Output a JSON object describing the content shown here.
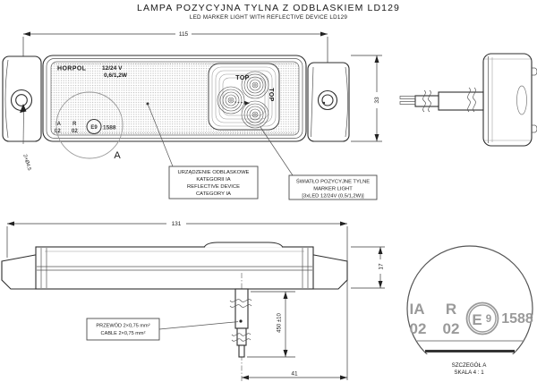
{
  "title": {
    "line1": "LAMPA POZYCYJNA TYLNA Z ODBLASKIEM LD129",
    "line2": "LED MARKER LIGHT WITH REFLECTIVE DEVICE LD129"
  },
  "front_view": {
    "brand": "HORPOL",
    "voltage": "12/24 V",
    "power": "0,6/1,2W",
    "top_label_1": "TOP",
    "top_label_2": "TOP",
    "marking_ia": "IA",
    "marking_ia_num": "02",
    "marking_r": "R",
    "marking_r_num": "02",
    "marking_e": "E9",
    "marking_approval": "1588",
    "detail_ref": "A",
    "holes_note": "2×Ø4,5"
  },
  "dims": {
    "width": "115",
    "height": "33",
    "length": "131",
    "profile_height": "17",
    "cable_length": "450 ±10",
    "cable_offset": "41"
  },
  "callouts": {
    "reflective": {
      "line1": "URZĄDZENIE ODBLASKOWE",
      "line2": "KATEGORII IA",
      "line3": "REFLECTIVE DEVICE",
      "line4": "CATEGORY IA"
    },
    "marker": {
      "line1": "ŚWIATŁO POZYCYJNE TYLNE",
      "line2": "MARKER LIGHT",
      "line3": "[3xLED 12/24V (0,5/1,2W)]"
    },
    "cable": {
      "line1": "PRZEWÓD 2×0,75 mm²",
      "line2": "CABLE 2×0,75 mm²"
    }
  },
  "detail_a": {
    "marking_ia": "IA",
    "marking_ia_num": "02",
    "marking_r": "R",
    "marking_r_num": "02",
    "e_letter": "E",
    "e_digit": "9",
    "marking_approval": "1588",
    "caption_line1": "SZCZEGÓŁ A",
    "caption_line2": "SKALA 4 : 1"
  },
  "colors": {
    "line": "#2e2e2e",
    "texture_dot": "#b0b0b0",
    "gray_marking": "#9a9a9a",
    "background": "#ffffff"
  }
}
